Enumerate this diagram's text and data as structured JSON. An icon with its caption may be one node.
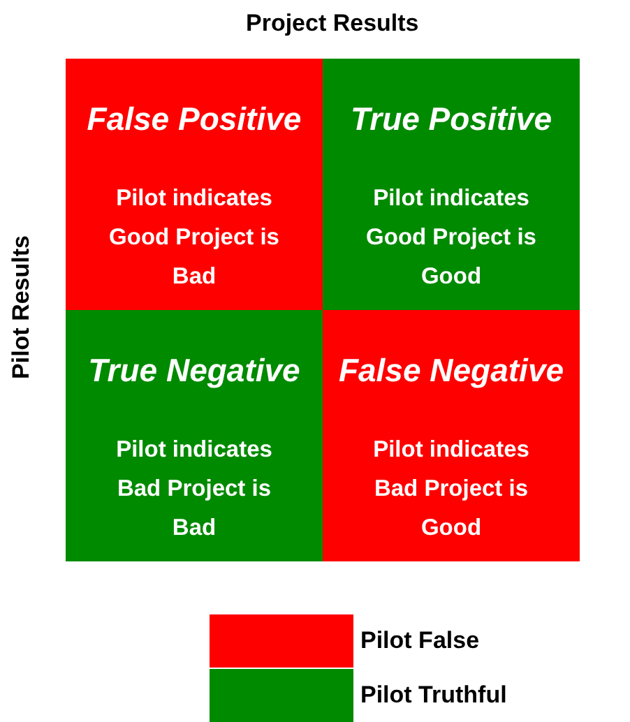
{
  "diagram": {
    "nodes": [
      {
        "text": [
          "False Positive",
          "Pilot indicates Good Project is Bad"
        ]
      },
      {
        "text": [
          "True Positive",
          "Pilot indicates Good Project is Good"
        ]
      },
      {
        "text": [
          "True Negative",
          "Pilot indicates Bad Project is Bad"
        ]
      },
      {
        "text": [
          "False Negative",
          "Pilot indicates Bad Project is Good"
        ]
      }
    ],
    "labels": [
      "Project Results",
      "Pilot Results"
    ],
    "legend": [
      {
        "text": "Pilot False",
        "color": "#ff0000"
      },
      {
        "text": "Pilot Truthful",
        "color": "#008a00"
      }
    ]
  }
}
